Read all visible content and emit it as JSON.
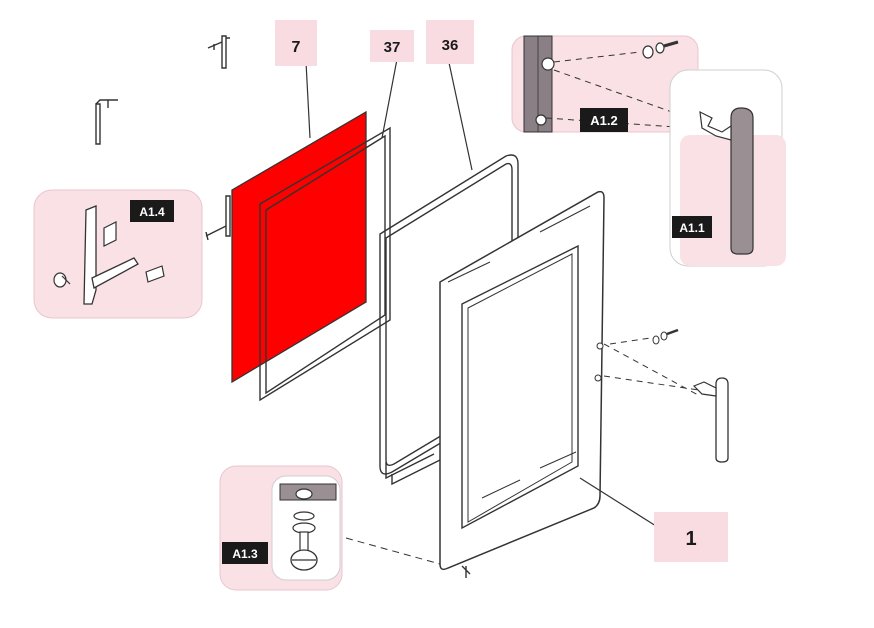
{
  "colors": {
    "highlight": "#ff0000",
    "label_bg": "#f9dbe2",
    "detail_bg": "#f9e1e6",
    "line": "#333333",
    "dark_label_bg": "#1a1a1a"
  },
  "callouts": {
    "part_7": "7",
    "part_37": "37",
    "part_36": "36",
    "part_1": "1"
  },
  "details": {
    "a1_1": "A1.1",
    "a1_2": "A1.2",
    "a1_3": "A1.3",
    "a1_4": "A1.4"
  }
}
